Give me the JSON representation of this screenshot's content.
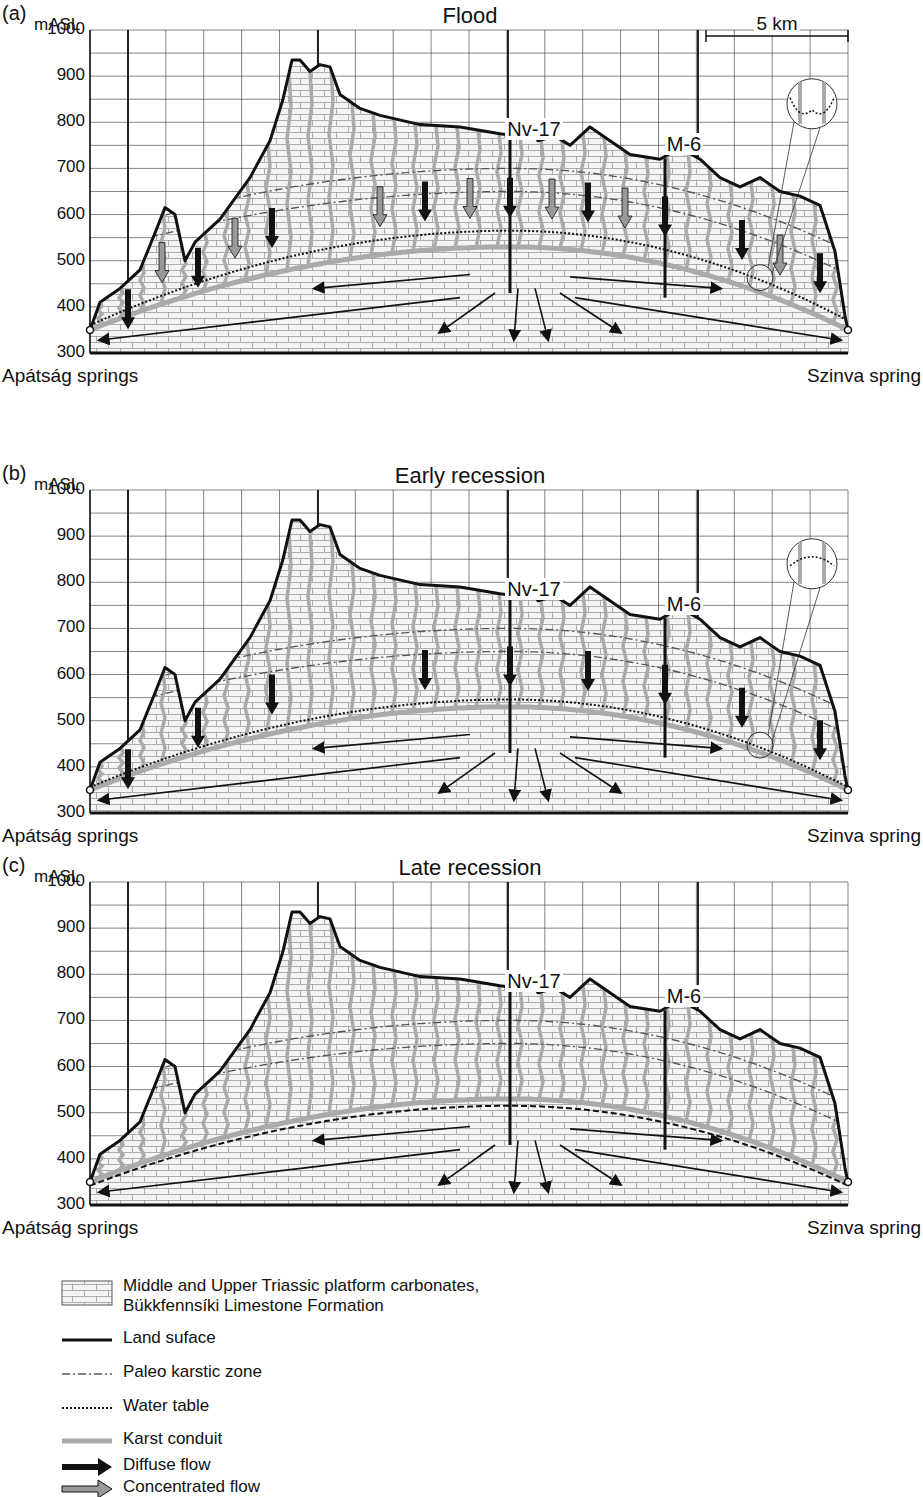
{
  "diagram": {
    "labels": [
      "(a)",
      "mASL",
      "1000",
      "900",
      "800",
      "700",
      "600",
      "500",
      "400",
      "300",
      "Flood",
      "5 km",
      "Nv-17",
      "M-6",
      "Apátság springs",
      "Szinva spring",
      "(b)",
      "mASL",
      "1000",
      "900",
      "800",
      "700",
      "600",
      "500",
      "400",
      "300",
      "Early recession",
      "Nv-17",
      "M-6",
      "Apátság springs",
      "Szinva spring",
      "(c)",
      "mASL",
      "1000",
      "900",
      "800",
      "700",
      "600",
      "500",
      "400",
      "300",
      "Late recession",
      "Nv-17",
      "M-6",
      "Apátság springs",
      "Szinva spring"
    ],
    "legend": [
      {
        "text": "Middle and Upper Triassic platform carbonates, Bükkfennsíki Limestone Formation"
      },
      {
        "text": "Land suface"
      },
      {
        "text": "Paleo karstic zone"
      },
      {
        "text": "Water table"
      },
      {
        "text": "Karst conduit"
      },
      {
        "text": "Diffuse flow"
      },
      {
        "text": "Concentrated flow"
      }
    ]
  }
}
